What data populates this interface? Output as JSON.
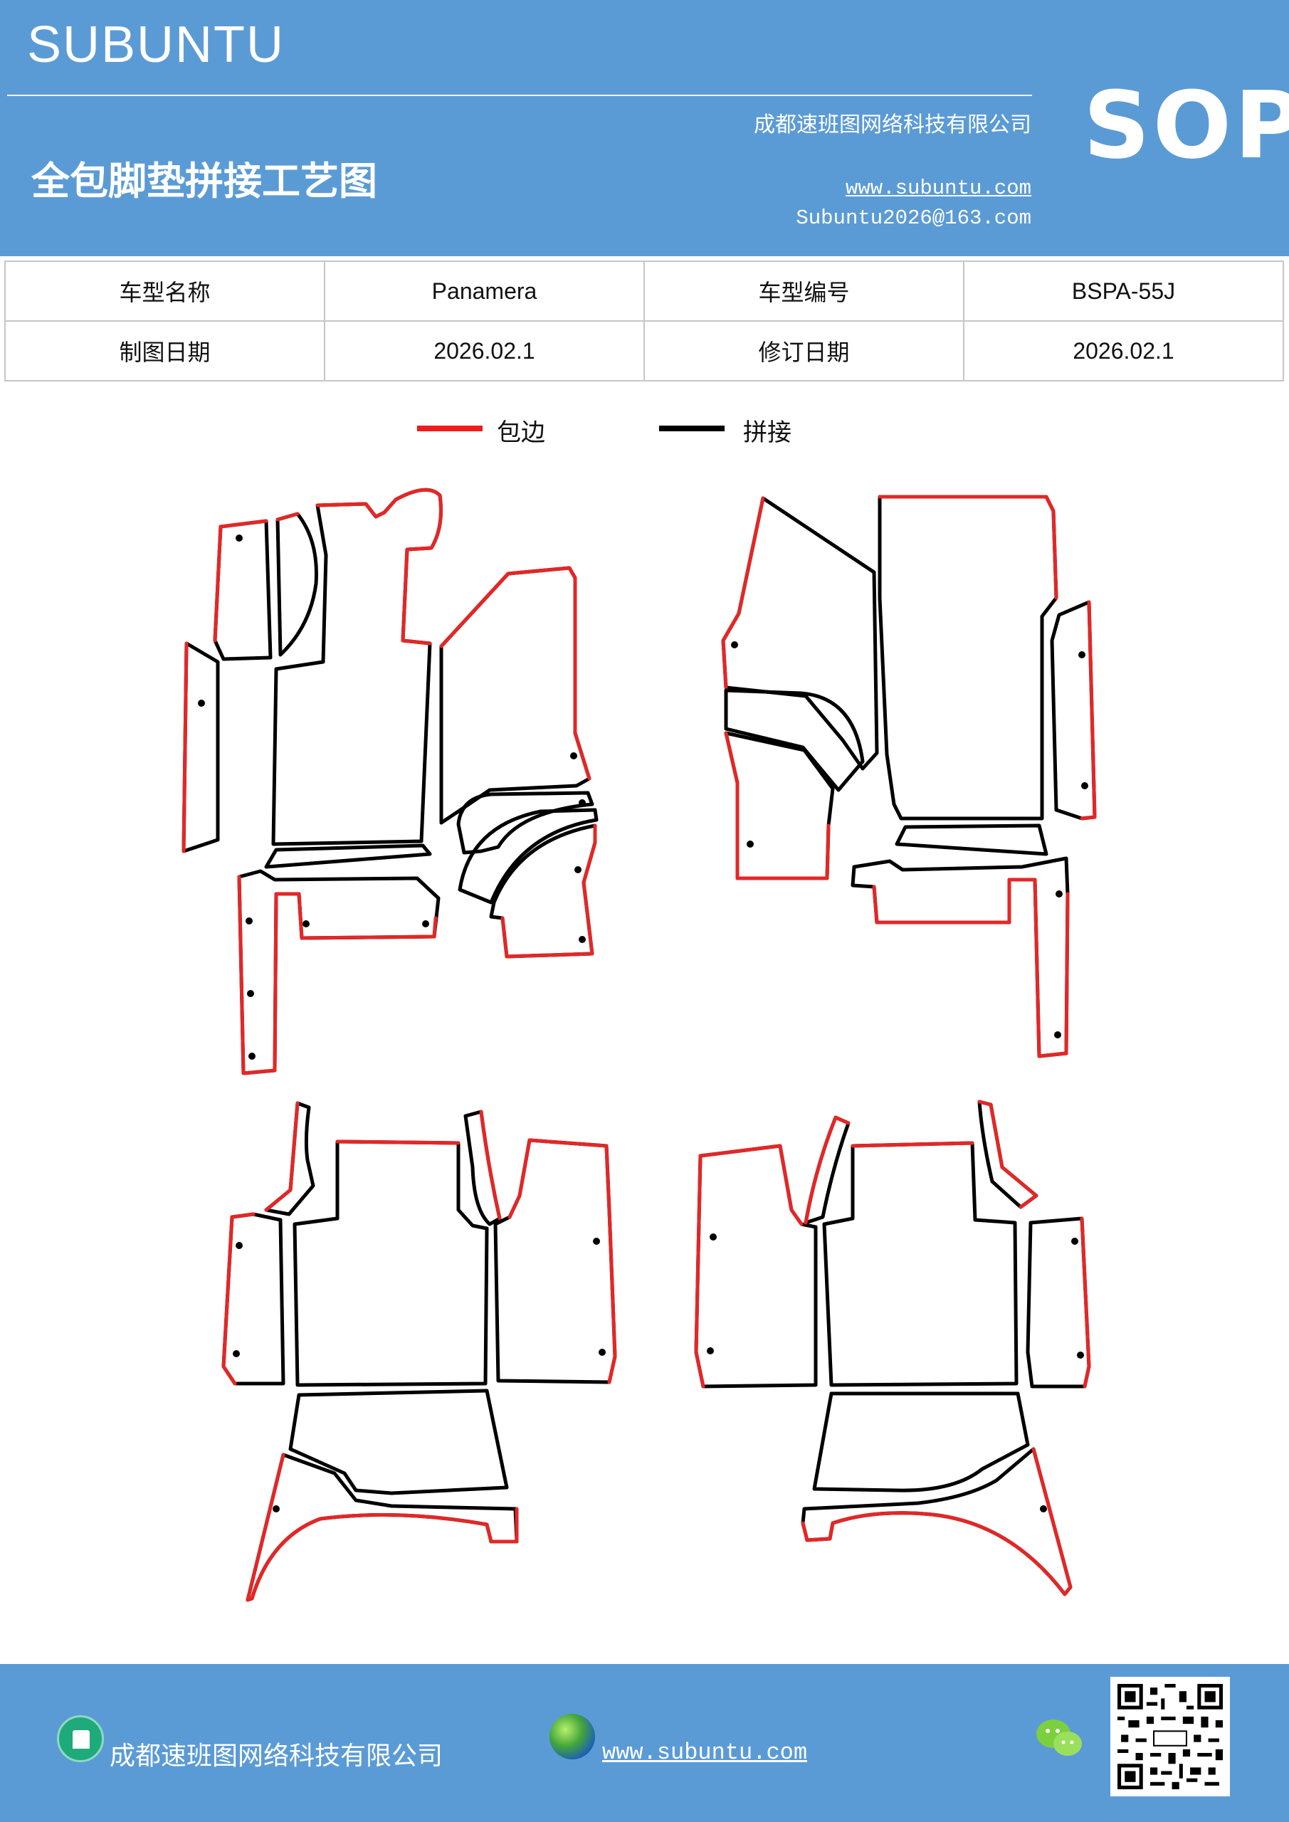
{
  "header": {
    "brand": "SUBUNTU",
    "title": "全包脚垫拼接工艺图",
    "company": "成都速班图网络科技有限公司",
    "website": "www.subuntu.com",
    "email": "Subuntu2026@163.com",
    "badge": "SOP"
  },
  "info": {
    "model_name_label": "车型名称",
    "model_name": "Panamera",
    "model_code_label": "车型编号",
    "model_code": "BSPA-55J",
    "draw_date_label": "制图日期",
    "draw_date": "2026.02.1",
    "revise_date_label": "修订日期",
    "revise_date": "2026.02.1"
  },
  "legend": {
    "edge_label": "包边",
    "edge_color": "#ee1c1c",
    "seam_label": "拼接",
    "seam_color": "#000000"
  },
  "footer": {
    "company": "成都速班图网络科技有限公司",
    "website": "www.subuntu.com "
  }
}
